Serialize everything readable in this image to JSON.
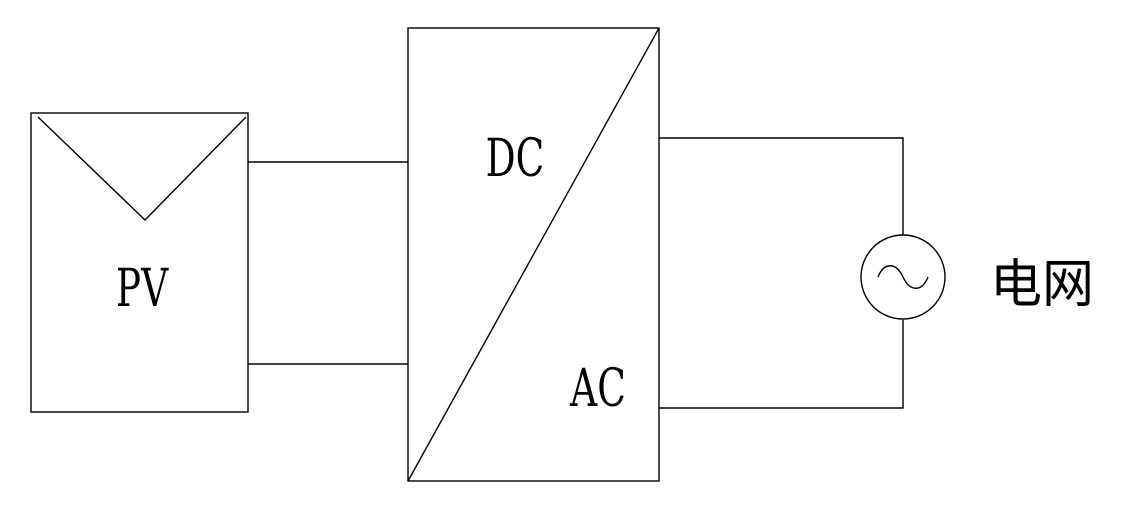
{
  "pv_panel": {
    "label": "PV"
  },
  "inverter": {
    "input_label": "DC",
    "output_label": "AC"
  },
  "grid": {
    "label": "电网"
  }
}
